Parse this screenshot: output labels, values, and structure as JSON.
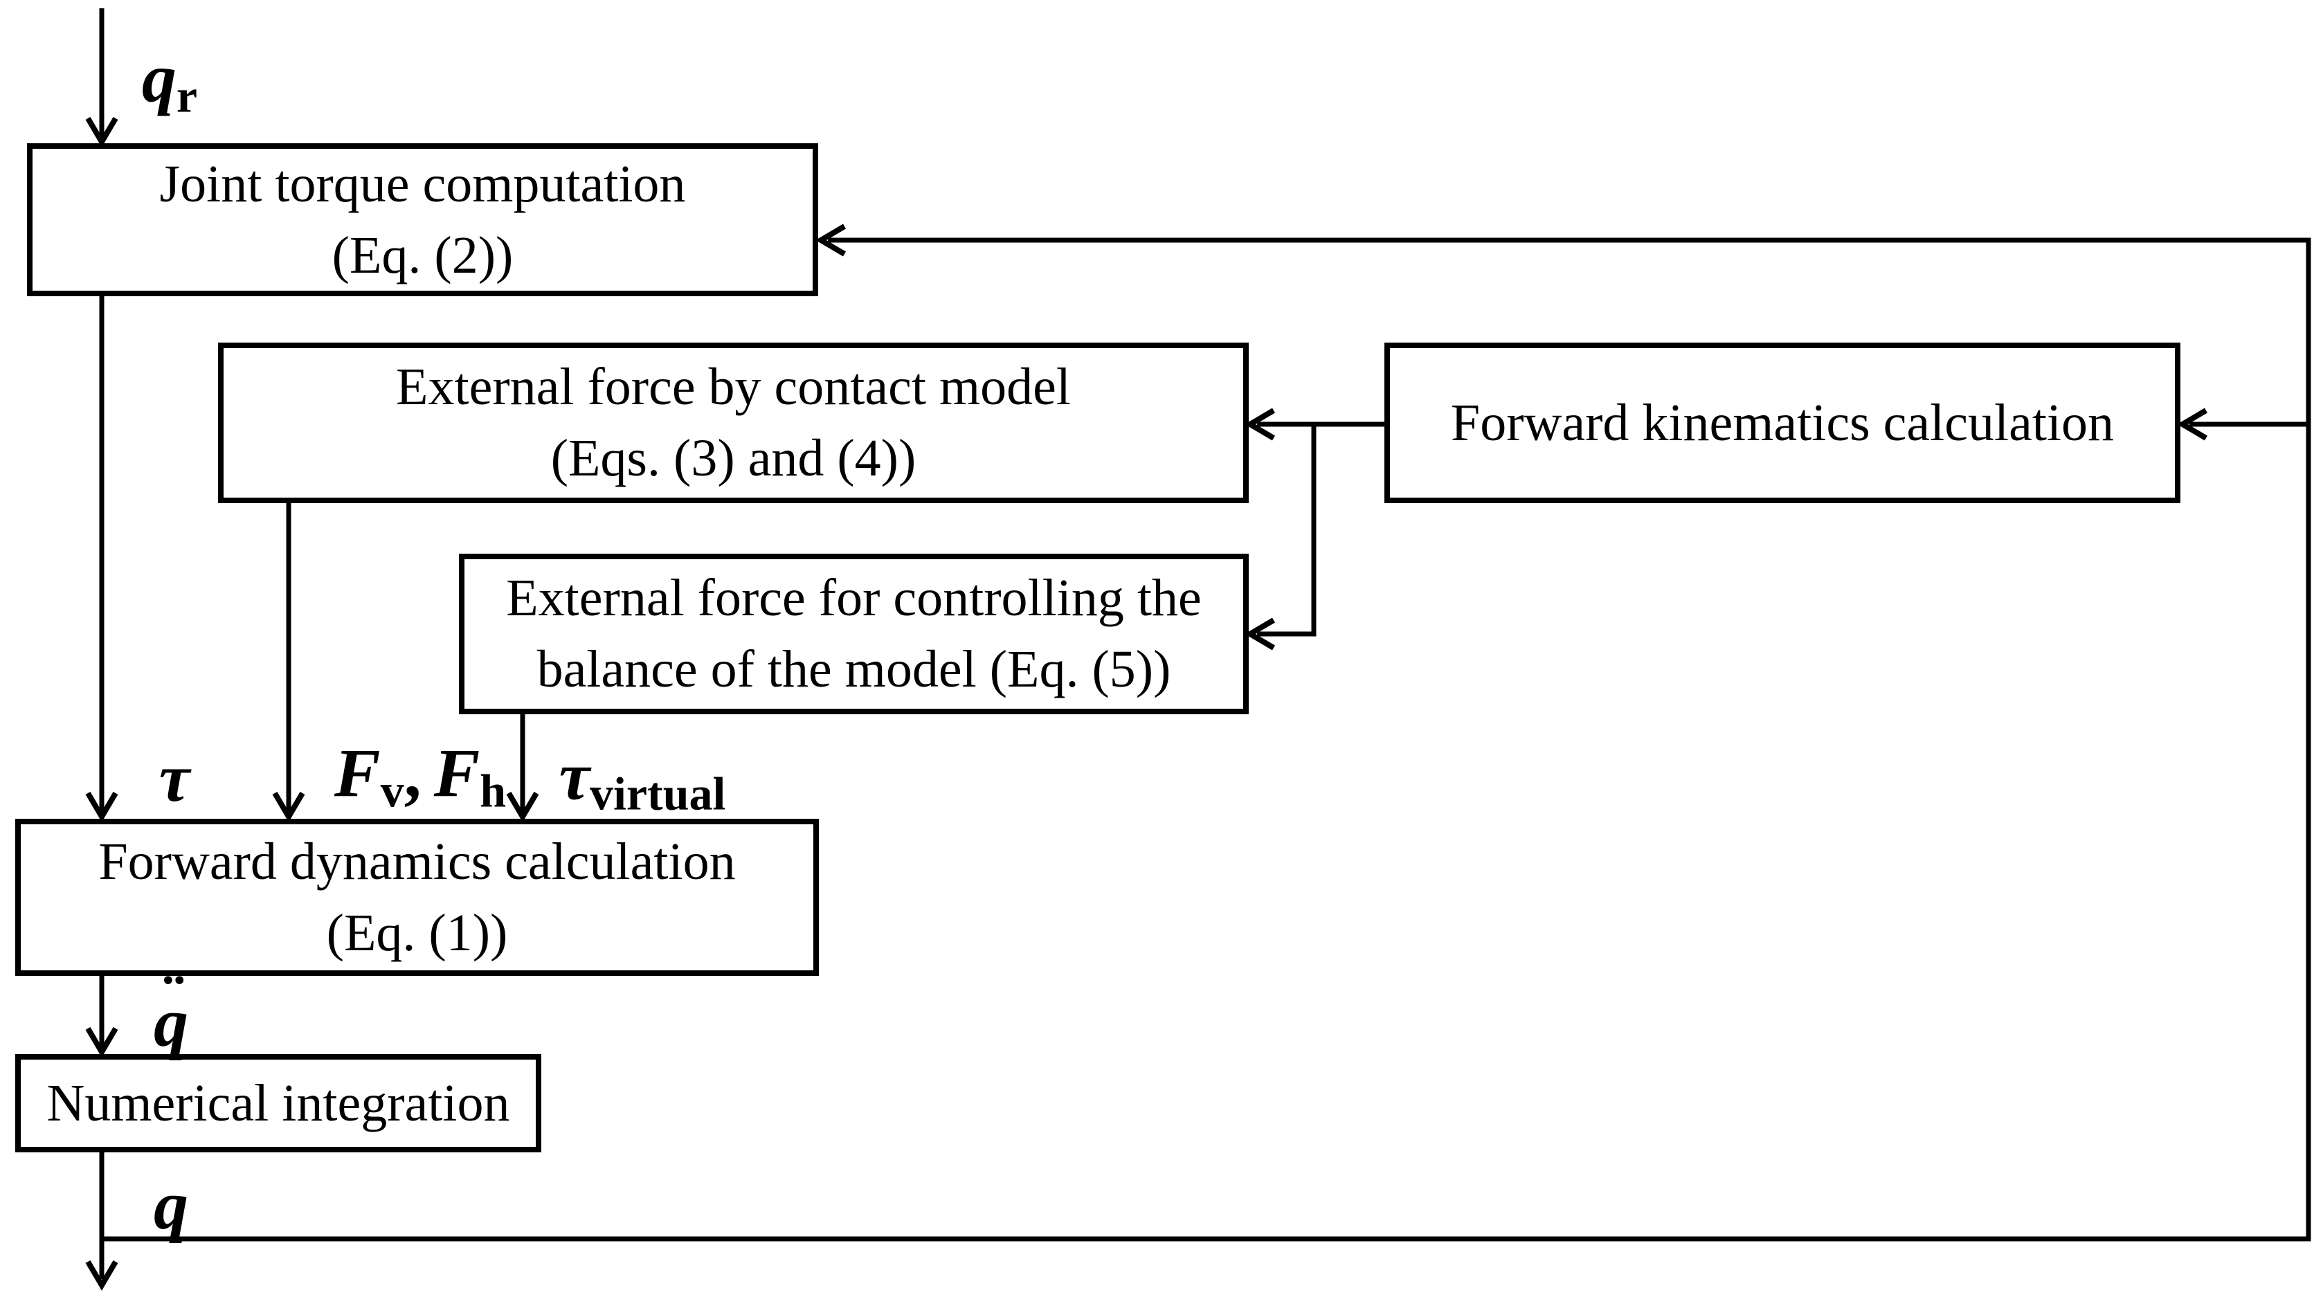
{
  "figure": {
    "background_color": "#ffffff",
    "line_color": "#000000",
    "text_color": "#000000"
  },
  "boxes": {
    "joint_torque": {
      "line1": "Joint torque computation",
      "line2": "(Eq. (2))"
    },
    "contact_force": {
      "line1": "External force by contact model",
      "line2": "(Eqs. (3) and (4))"
    },
    "forward_kinematics": {
      "line1": "Forward kinematics calculation"
    },
    "balance_force": {
      "line1": "External force for controlling the",
      "line2": "balance of the model (Eq. (5))"
    },
    "forward_dynamics": {
      "line1": "Forward dynamics calculation",
      "line2": "(Eq. (1))"
    },
    "numerical_integration": {
      "line1": "Numerical integration"
    }
  },
  "labels": {
    "q_r": {
      "base": "q",
      "sub": "r"
    },
    "tau": {
      "base": "τ"
    },
    "forces": {
      "f1": "F",
      "f1_sub": "v",
      "separator": ",",
      "f2": "F",
      "f2_sub": "h"
    },
    "tau_virtual": {
      "base": "τ",
      "sub": "virtual"
    },
    "q_ddot": {
      "dots": "¨",
      "base": "q"
    },
    "q": {
      "base": "q"
    }
  }
}
